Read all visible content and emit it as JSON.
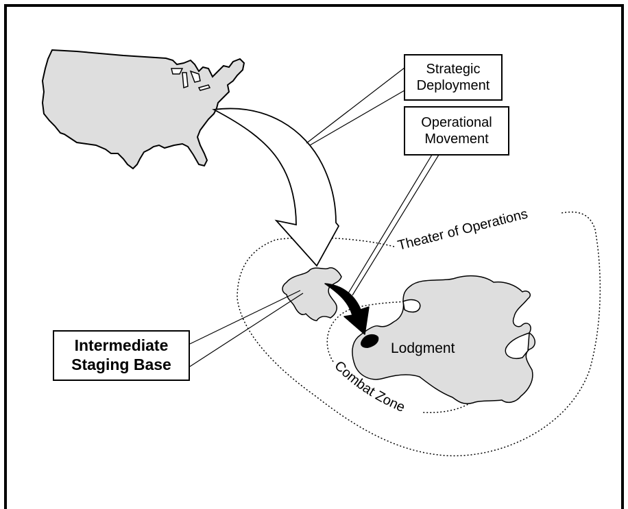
{
  "callouts": {
    "strategic_deployment": [
      "Strategic",
      "Deployment"
    ],
    "operational_movement": [
      "Operational",
      "Movement"
    ],
    "intermediate_staging_base": [
      "Intermediate",
      "Staging Base"
    ]
  },
  "regions": {
    "theater": "Theater of Operations",
    "combat_zone": "Combat Zone",
    "lodgment": "Lodgment"
  },
  "colors": {
    "land_fill": "#dedede",
    "outline": "#000000",
    "arrow_fill": "#ffffff",
    "lodgment_arrow": "#000000"
  }
}
